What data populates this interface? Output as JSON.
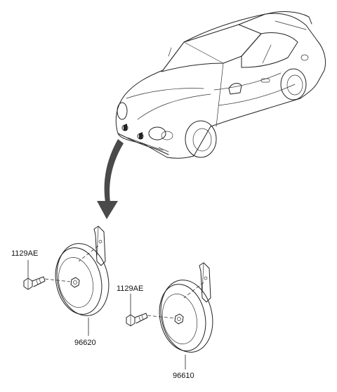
{
  "labels": {
    "bolt_left": "1129AE",
    "horn_left": "96620",
    "bolt_right": "1129AE",
    "horn_right": "96610"
  }
}
